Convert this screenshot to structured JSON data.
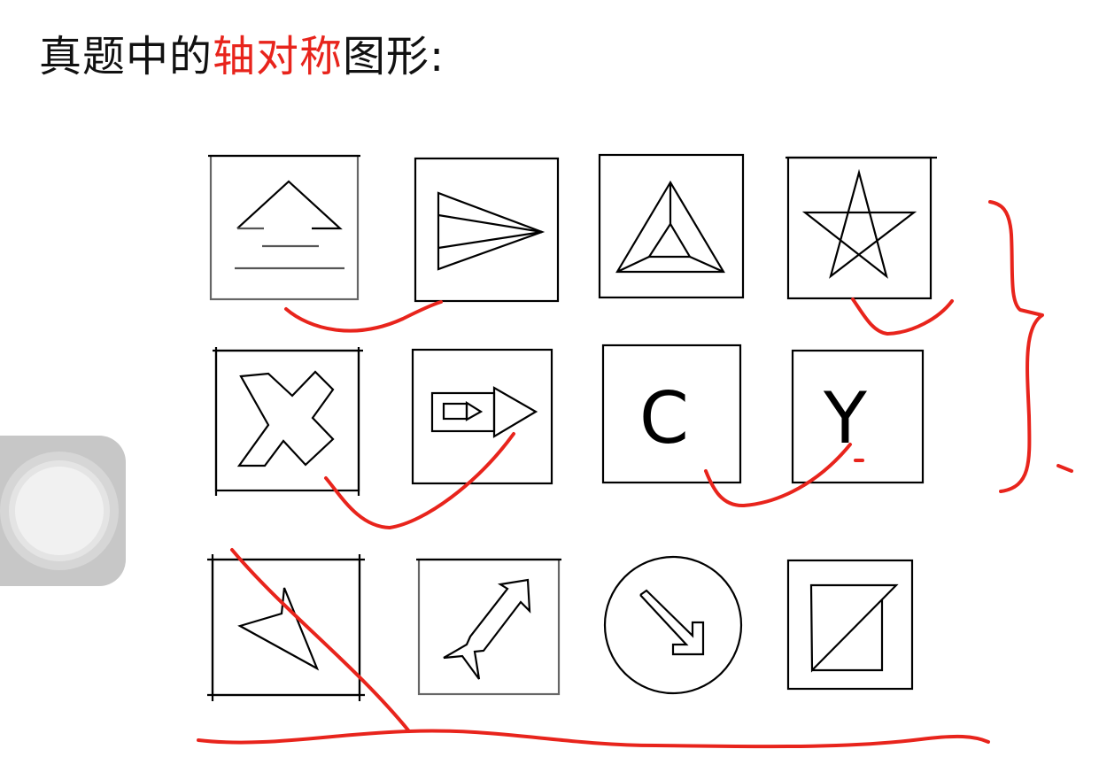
{
  "title": {
    "prefix": "真题中的",
    "highlight": "轴对称",
    "suffix": "图形:"
  },
  "figures": [
    {
      "row": 1,
      "col": 1,
      "shape": "triangle-over-two-lines"
    },
    {
      "row": 1,
      "col": 2,
      "shape": "fan-triangle"
    },
    {
      "row": 1,
      "col": 3,
      "shape": "nested-triangles"
    },
    {
      "row": 1,
      "col": 4,
      "shape": "pentagram"
    },
    {
      "row": 2,
      "col": 1,
      "shape": "x-cross"
    },
    {
      "row": 2,
      "col": 2,
      "shape": "pencil-arrow"
    },
    {
      "row": 2,
      "col": 3,
      "shape": "letter",
      "letter": "C"
    },
    {
      "row": 2,
      "col": 4,
      "shape": "letter",
      "letter": "Y"
    },
    {
      "row": 3,
      "col": 1,
      "shape": "arrowhead-star"
    },
    {
      "row": 3,
      "col": 2,
      "shape": "diagonal-arrow"
    },
    {
      "row": 3,
      "col": 3,
      "shape": "circle-arrow"
    },
    {
      "row": 3,
      "col": 4,
      "shape": "square-triangle"
    }
  ],
  "annotation_color": "#e8241c",
  "assistive_touch_icon": "assistive-touch-icon"
}
